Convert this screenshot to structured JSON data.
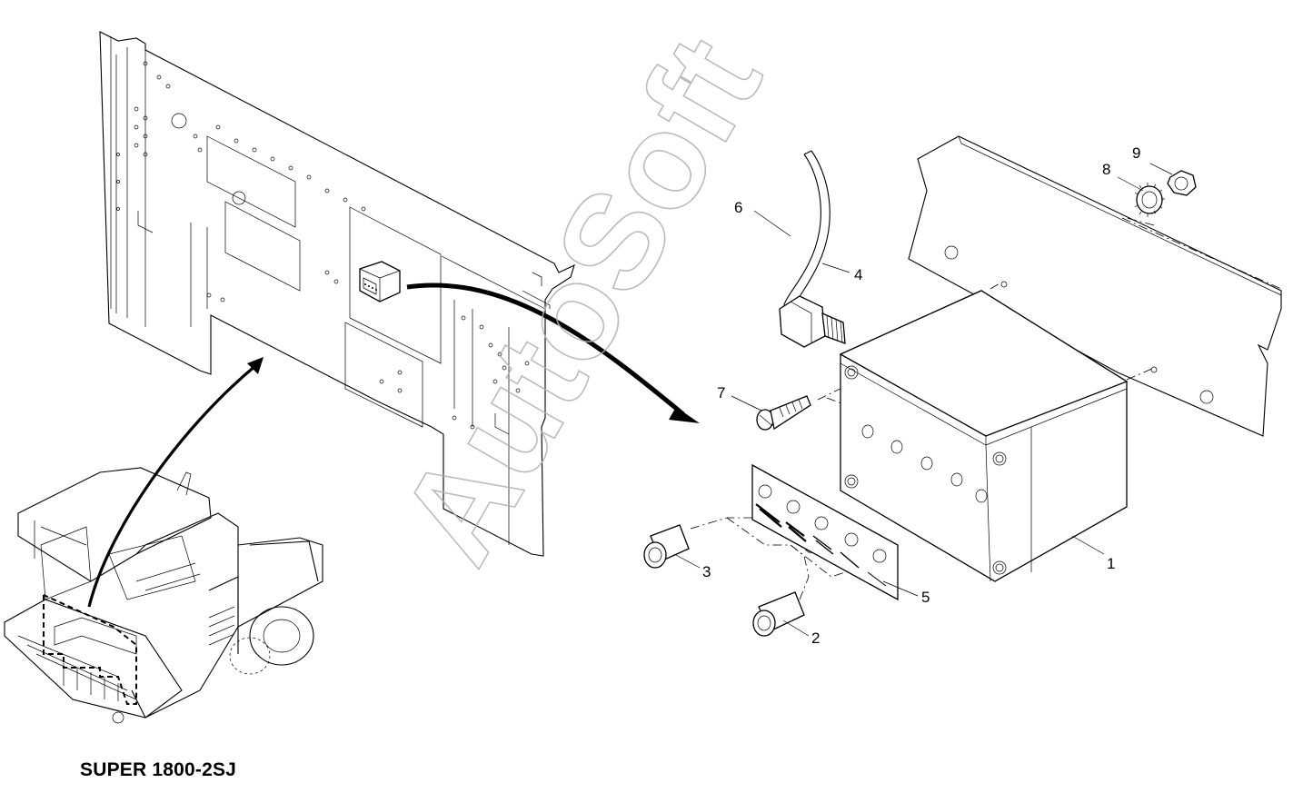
{
  "diagram": {
    "model_label": "SUPER 1800-2SJ",
    "watermark": "AutoSoft",
    "callouts": [
      "1",
      "2",
      "3",
      "4",
      "5",
      "6",
      "7",
      "8",
      "9"
    ]
  }
}
